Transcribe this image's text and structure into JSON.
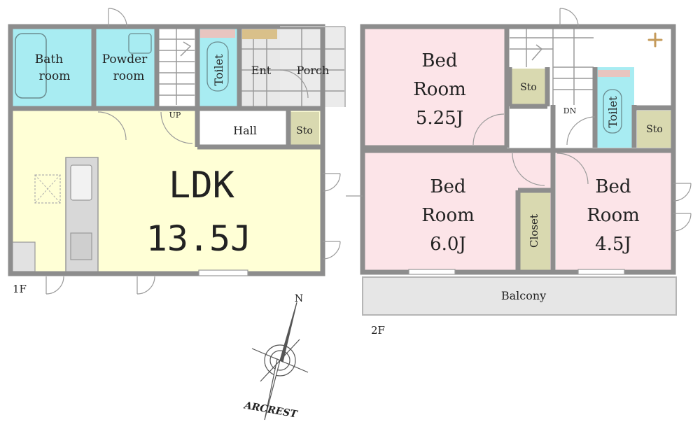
{
  "floor1": {
    "label": "1F",
    "bath_line1": "Bath",
    "bath_line2": "room",
    "powder_line1": "Powder",
    "powder_line2": "room",
    "toilet": "Toilet",
    "entrance": "Ent",
    "porch": "Porch",
    "hall": "Hall",
    "storage": "Sto",
    "stair": "UP",
    "ldk_name": "LDK",
    "ldk_size": "13.5J"
  },
  "floor2": {
    "label": "2F",
    "bed1_line1": "Bed",
    "bed1_line2": "Room",
    "bed1_size": "5.25J",
    "storage_a": "Sto",
    "stair": "DN",
    "toilet": "Toilet",
    "storage_b": "Sto",
    "bed2_line1": "Bed",
    "bed2_line2": "Room",
    "bed2_size": "6.0J",
    "closet": "Closet",
    "bed3_line1": "Bed",
    "bed3_line2": "Room",
    "bed3_size": "4.5J",
    "balcony": "Balcony"
  },
  "compass": {
    "north": "N",
    "brand": "ARCREST"
  },
  "colors": {
    "ldk": "#ffffd6",
    "wet": "#a8ecf2",
    "bedroom": "#fce4e8",
    "storage": "#d9d9b0",
    "tile": "#e8e8e8",
    "balcony": "#e6e6e6",
    "wall": "#8d8d8d",
    "marker": "#c49a5a"
  }
}
